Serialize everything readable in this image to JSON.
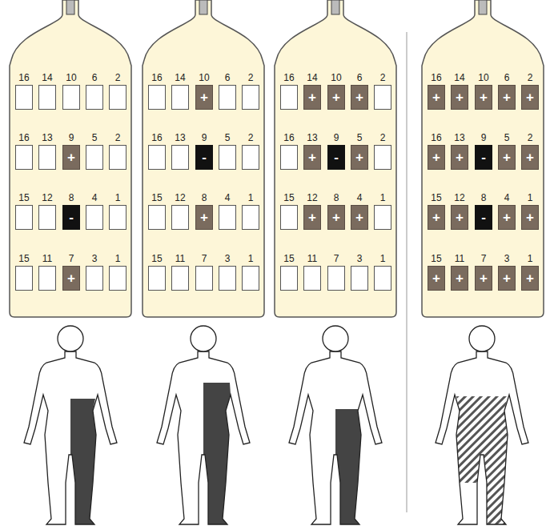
{
  "diagram": {
    "nodes": [
      {
        "text": [
          "16"
        ]
      },
      {
        "text": [
          "14"
        ]
      },
      {
        "text": [
          "10"
        ]
      },
      {
        "text": [
          "6"
        ]
      },
      {
        "text": [
          "2"
        ]
      },
      {
        "text": [
          "16"
        ]
      },
      {
        "text": [
          "13"
        ]
      },
      {
        "text": [
          "9",
          "+"
        ]
      },
      {
        "text": [
          "5"
        ]
      },
      {
        "text": [
          "2"
        ]
      },
      {
        "text": [
          "15"
        ]
      },
      {
        "text": [
          "12"
        ]
      },
      {
        "text": [
          "8",
          "-"
        ]
      },
      {
        "text": [
          "4"
        ]
      },
      {
        "text": [
          "1"
        ]
      },
      {
        "text": [
          "15"
        ]
      },
      {
        "text": [
          "11"
        ]
      },
      {
        "text": [
          "7",
          "+"
        ]
      },
      {
        "text": [
          "3"
        ]
      },
      {
        "text": [
          "1"
        ]
      },
      {
        "text": [
          "16"
        ]
      },
      {
        "text": [
          "14"
        ]
      },
      {
        "text": [
          "10",
          "+"
        ]
      },
      {
        "text": [
          "6"
        ]
      },
      {
        "text": [
          "2"
        ]
      },
      {
        "text": [
          "16"
        ]
      },
      {
        "text": [
          "13"
        ]
      },
      {
        "text": [
          "9",
          "-"
        ]
      },
      {
        "text": [
          "5"
        ]
      },
      {
        "text": [
          "2"
        ]
      },
      {
        "text": [
          "15"
        ]
      },
      {
        "text": [
          "12"
        ]
      },
      {
        "text": [
          "8",
          "+"
        ]
      },
      {
        "text": [
          "4"
        ]
      },
      {
        "text": [
          "1"
        ]
      },
      {
        "text": [
          "15"
        ]
      },
      {
        "text": [
          "11"
        ]
      },
      {
        "text": [
          "7"
        ]
      },
      {
        "text": [
          "3"
        ]
      },
      {
        "text": [
          "1"
        ]
      },
      {
        "text": [
          "16"
        ]
      },
      {
        "text": [
          "14",
          "+"
        ]
      },
      {
        "text": [
          "10",
          "+"
        ]
      },
      {
        "text": [
          "6",
          "+"
        ]
      },
      {
        "text": [
          "2"
        ]
      },
      {
        "text": [
          "16"
        ]
      },
      {
        "text": [
          "13",
          "+"
        ]
      },
      {
        "text": [
          "9",
          "-"
        ]
      },
      {
        "text": [
          "5",
          "+"
        ]
      },
      {
        "text": [
          "2"
        ]
      },
      {
        "text": [
          "15"
        ]
      },
      {
        "text": [
          "12",
          "+"
        ]
      },
      {
        "text": [
          "8",
          "+"
        ]
      },
      {
        "text": [
          "4",
          "+"
        ]
      },
      {
        "text": [
          "1"
        ]
      },
      {
        "text": [
          "15"
        ]
      },
      {
        "text": [
          "11"
        ]
      },
      {
        "text": [
          "7"
        ]
      },
      {
        "text": [
          "3"
        ]
      },
      {
        "text": [
          "1"
        ]
      },
      {
        "text": [
          "16",
          "+"
        ]
      },
      {
        "text": [
          "14",
          "+"
        ]
      },
      {
        "text": [
          "10",
          "+"
        ]
      },
      {
        "text": [
          "6",
          "+"
        ]
      },
      {
        "text": [
          "2",
          "+"
        ]
      },
      {
        "text": [
          "16",
          "+"
        ]
      },
      {
        "text": [
          "13",
          "+"
        ]
      },
      {
        "text": [
          "9",
          "-"
        ]
      },
      {
        "text": [
          "5",
          "+"
        ]
      },
      {
        "text": [
          "2",
          "+"
        ]
      },
      {
        "text": [
          "15",
          "+"
        ]
      },
      {
        "text": [
          "12",
          "+"
        ]
      },
      {
        "text": [
          "8",
          "-"
        ]
      },
      {
        "text": [
          "4",
          "+"
        ]
      },
      {
        "text": [
          "1",
          "+"
        ]
      },
      {
        "text": [
          "15",
          "+"
        ]
      },
      {
        "text": [
          "11",
          "+"
        ]
      },
      {
        "text": [
          "7",
          "+"
        ]
      },
      {
        "text": [
          "3",
          "+"
        ]
      },
      {
        "text": [
          "1",
          "+"
        ]
      }
    ]
  }
}
